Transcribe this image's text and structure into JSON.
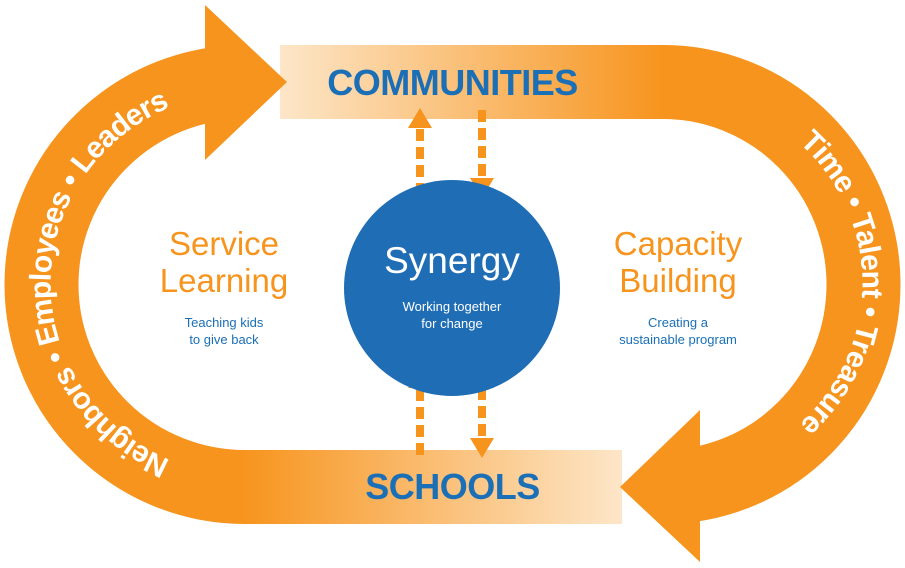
{
  "diagram": {
    "top_label": "COMMUNITIES",
    "bottom_label": "SCHOOLS",
    "left_arc_text": "Neighbors • Employees • Leaders",
    "right_arc_text": "Time • Talent • Treasure",
    "center": {
      "title": "Synergy",
      "subtitle_line1": "Working together",
      "subtitle_line2": "for change"
    },
    "left": {
      "title_line1": "Service",
      "title_line2": "Learning",
      "sub_line1": "Teaching kids",
      "sub_line2": "to give back"
    },
    "right": {
      "title_line1": "Capacity",
      "title_line2": "Building",
      "sub_line1": "Creating a",
      "sub_line2": "sustainable program"
    },
    "colors": {
      "orange": "#f7941d",
      "blue": "#1a6fb6",
      "circle": "#1f6db5",
      "light": "#fde6c8"
    }
  }
}
